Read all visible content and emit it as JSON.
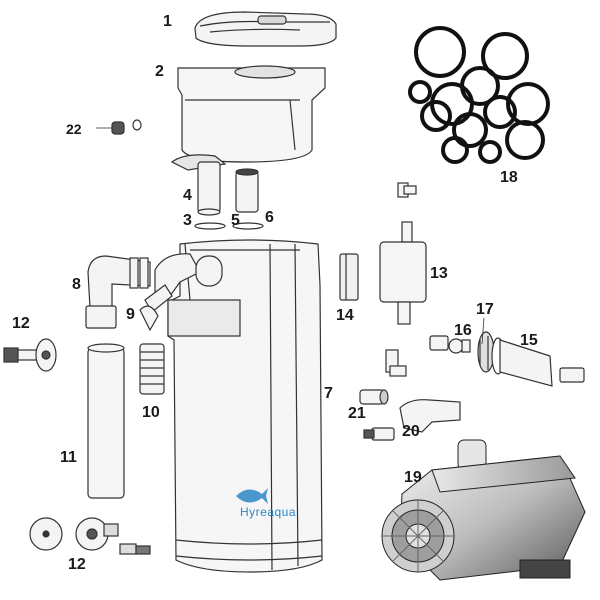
{
  "part_labels": {
    "p1": "1",
    "p2": "2",
    "p3": "3",
    "p4": "4",
    "p5": "5",
    "p6": "6",
    "p7": "7",
    "p8": "8",
    "p9": "9",
    "p10": "10",
    "p11": "11",
    "p12a": "12",
    "p12b": "12",
    "p13": "13",
    "p14": "14",
    "p15": "15",
    "p16": "16",
    "p17": "17",
    "p18": "18",
    "p19": "19",
    "p20": "20",
    "p21": "21",
    "p22": "22"
  },
  "brand": {
    "name": "Hyreaqua",
    "color": "#2a86c8"
  },
  "colors": {
    "line": "#333333",
    "fill_light": "#f4f4f4",
    "fill_dark": "#d8d8d8",
    "ring": "#111111"
  }
}
